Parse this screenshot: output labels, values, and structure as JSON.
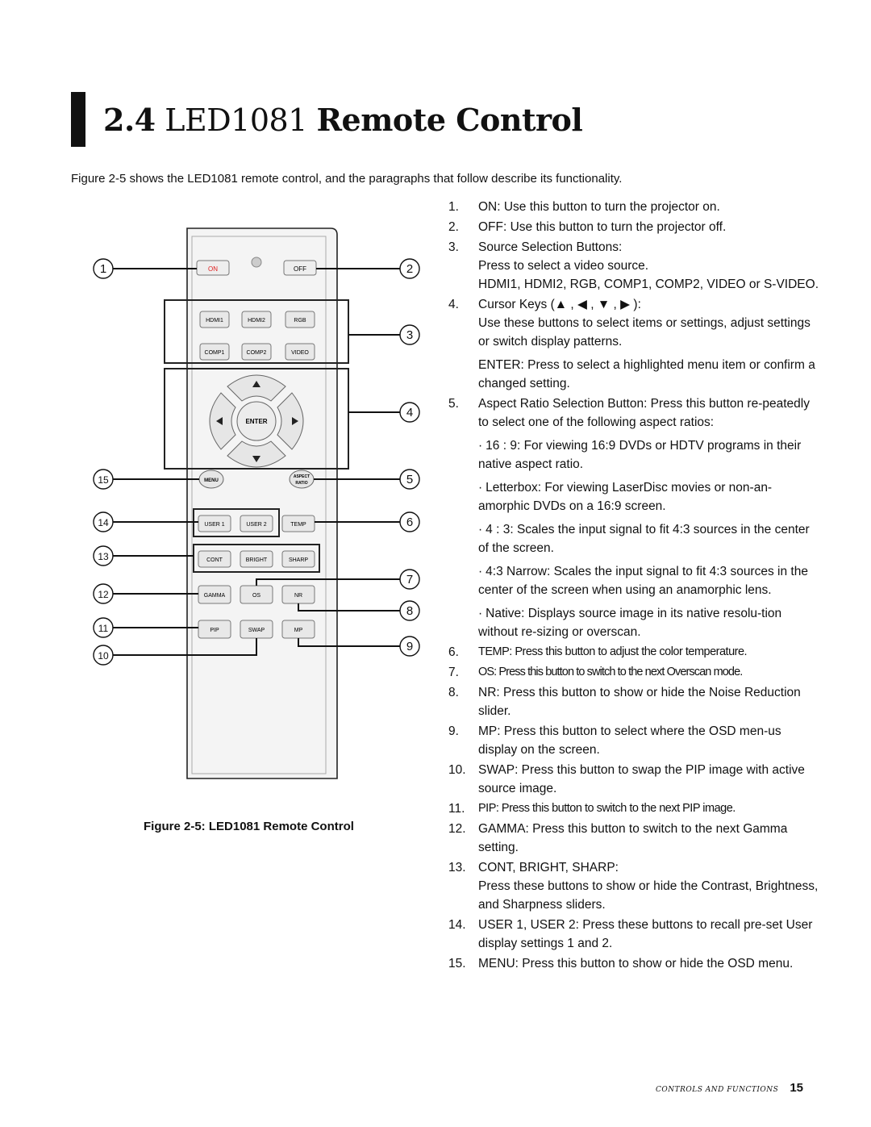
{
  "heading": {
    "num": "2.4",
    "model": "LED1081",
    "title": "Remote Control"
  },
  "intro": "Figure 2-5 shows the LED1081 remote control, and the paragraphs that follow describe its functionality.",
  "remote": {
    "buttons": {
      "on": "ON",
      "off": "OFF",
      "hdmi1": "HDMI1",
      "hdmi2": "HDMI2",
      "rgb": "RGB",
      "comp1": "COMP1",
      "comp2": "COMP2",
      "video": "VIDEO",
      "enter": "ENTER",
      "menu": "MENU",
      "aspect1": "ASPECT",
      "aspect2": "RATIO",
      "user1": "USER 1",
      "user2": "USER 2",
      "temp": "TEMP",
      "cont": "CONT",
      "bright": "BRIGHT",
      "sharp": "SHARP",
      "gamma": "GAMMA",
      "os": "OS",
      "nr": "NR",
      "pip": "PIP",
      "swap": "SWAP",
      "mp": "MP"
    },
    "callouts": [
      "1",
      "2",
      "3",
      "4",
      "5",
      "6",
      "7",
      "8",
      "9",
      "10",
      "11",
      "12",
      "13",
      "14",
      "15"
    ],
    "colors": {
      "on_text": "#e02020",
      "outline": "#333333"
    }
  },
  "caption": {
    "prefix": "Figure 2-5:",
    "text": "LED1081 Remote Control"
  },
  "items": {
    "i1": {
      "num": "1.",
      "text": "ON: Use this button to turn the projector on."
    },
    "i2": {
      "num": "2.",
      "text": "OFF: Use this button to turn the projector off."
    },
    "i3": {
      "num": "3.",
      "line1": "Source Selection Buttons:",
      "line2": "Press to select a video source.",
      "line3": "HDMI1, HDMI2, RGB, COMP1, COMP2, VIDEO or S-VIDEO."
    },
    "i4": {
      "num": "4.",
      "lead": "Cursor Keys (",
      "sep": ",",
      "tail": "):",
      "line2": "Use these buttons to select items or settings, adjust settings or switch display patterns.",
      "line3": "ENTER: Press to select a highlighted menu item or confirm a changed setting."
    },
    "i5": {
      "num": "5.",
      "text": "Aspect Ratio Selection Button: Press this button re-peatedly to select one of the following aspect ratios:",
      "b1": "16 : 9: For viewing 16:9 DVDs or HDTV programs in their native aspect ratio.",
      "b2": "Letterbox: For viewing LaserDisc movies or non-an-amorphic DVDs on a 16:9 screen.",
      "b3": "4 : 3: Scales the input signal to fit 4:3 sources in the center of the screen.",
      "b4": "4:3 Narrow: Scales the input signal to fit 4:3 sources in the center of the screen when using an anamorphic lens.",
      "b5": "Native: Displays source image in its native resolu-tion without re-sizing or overscan."
    },
    "i6": {
      "num": "6.",
      "text": "TEMP: Press this button to adjust the color temperature."
    },
    "i7": {
      "num": "7.",
      "text": "OS: Press this button to switch to the next Overscan mode."
    },
    "i8": {
      "num": "8.",
      "text": "NR: Press this button to show or hide the Noise Reduction slider."
    },
    "i9": {
      "num": "9.",
      "text": "MP: Press this button to select where the OSD men-us display on the screen."
    },
    "i10": {
      "num": "10.",
      "text": "SWAP: Press this button to swap the PIP image with active source image."
    },
    "i11": {
      "num": "11.",
      "text": "PIP: Press this button to switch to the next PIP image."
    },
    "i12": {
      "num": "12.",
      "text": "GAMMA: Press this button to switch to the next Gamma setting."
    },
    "i13": {
      "num": "13.",
      "line1": "CONT, BRIGHT, SHARP:",
      "line2": "Press these buttons to show or hide the Contrast, Brightness, and Sharpness sliders."
    },
    "i14": {
      "num": "14.",
      "text": "USER 1, USER 2: Press these buttons to recall pre-set User display settings 1 and 2."
    },
    "i15": {
      "num": "15.",
      "text": "MENU: Press this button to show or hide the OSD menu."
    }
  },
  "footer": {
    "section": "CONTROLS AND FUNCTIONS",
    "page": "15"
  }
}
